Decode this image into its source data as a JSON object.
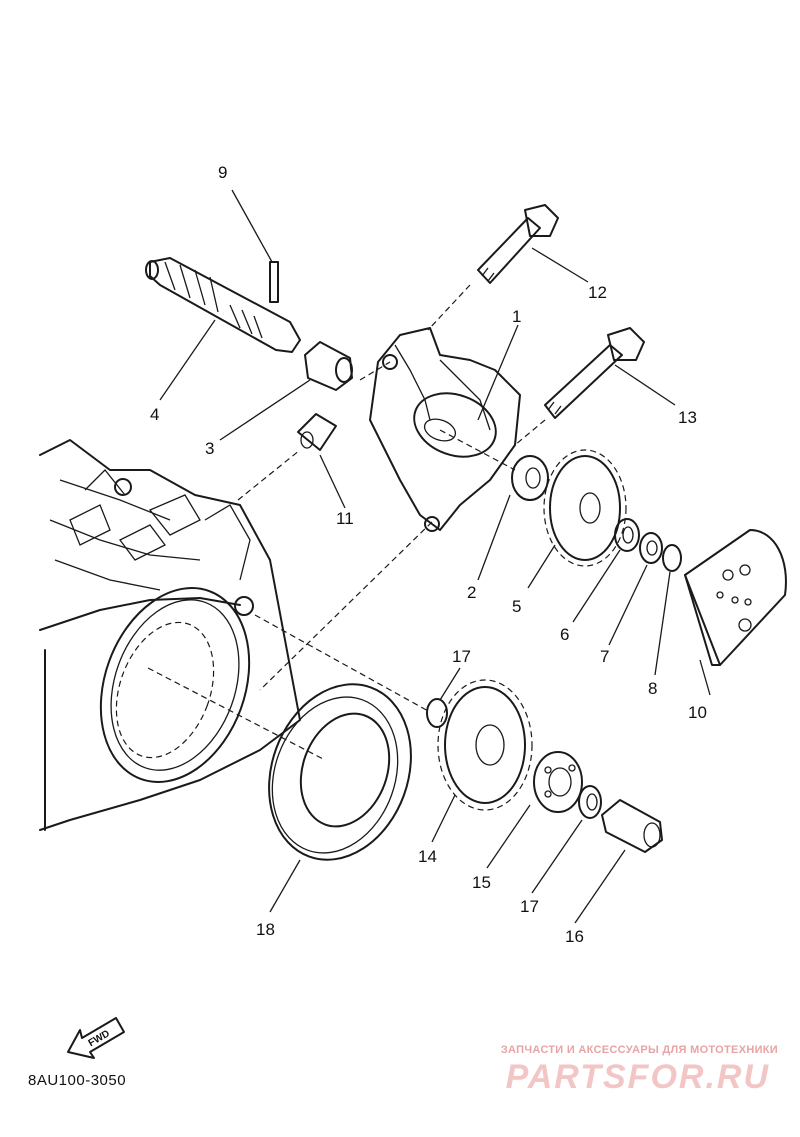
{
  "diagram": {
    "callouts": [
      "1",
      "2",
      "3",
      "4",
      "5",
      "6",
      "7",
      "8",
      "9",
      "10",
      "11",
      "12",
      "13",
      "14",
      "15",
      "16",
      "17",
      "17",
      "18"
    ],
    "fwd_label": "FWD",
    "part_code": "8AU100-3050"
  },
  "watermark": {
    "tagline": "ЗАПЧАСТИ И АКСЕССУАРЫ ДЛЯ МОТОТЕХНИКИ",
    "brand": "PARTSFOR.RU"
  }
}
